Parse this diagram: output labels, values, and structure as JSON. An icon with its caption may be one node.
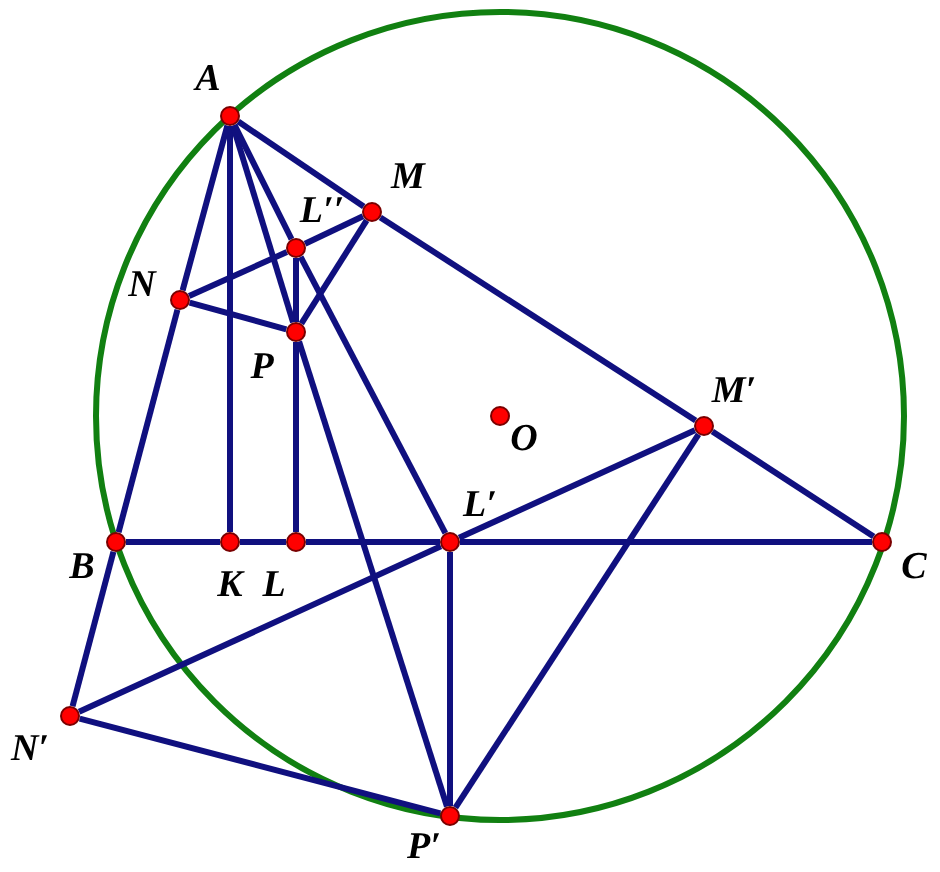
{
  "diagram": {
    "nodes": [
      {
        "text": [
          "A"
        ]
      },
      {
        "text": [
          "M"
        ]
      },
      {
        "text": [
          "L′′"
        ]
      },
      {
        "text": [
          "N"
        ]
      },
      {
        "text": [
          "P"
        ]
      },
      {
        "text": [
          "O"
        ]
      },
      {
        "text": [
          "M′"
        ]
      },
      {
        "text": [
          "B"
        ]
      },
      {
        "text": [
          "K"
        ]
      },
      {
        "text": [
          "L"
        ]
      },
      {
        "text": [
          "L′"
        ]
      },
      {
        "text": [
          "C"
        ]
      },
      {
        "text": [
          "N′"
        ]
      },
      {
        "text": [
          "P′"
        ]
      }
    ],
    "edges": [
      {
        "from": 0,
        "to": 1,
        "arrow": "none"
      },
      {
        "from": 1,
        "to": 6,
        "arrow": "none"
      },
      {
        "from": 6,
        "to": 11,
        "arrow": "none"
      },
      {
        "from": 0,
        "to": 3,
        "arrow": "none"
      },
      {
        "from": 3,
        "to": 7,
        "arrow": "none"
      },
      {
        "from": 7,
        "to": 12,
        "arrow": "none"
      },
      {
        "from": 7,
        "to": 8,
        "arrow": "none"
      },
      {
        "from": 8,
        "to": 9,
        "arrow": "none"
      },
      {
        "from": 9,
        "to": 10,
        "arrow": "none"
      },
      {
        "from": 10,
        "to": 11,
        "arrow": "none"
      },
      {
        "from": 0,
        "to": 8,
        "arrow": "none"
      },
      {
        "from": 2,
        "to": 4,
        "arrow": "none"
      },
      {
        "from": 4,
        "to": 9,
        "arrow": "none"
      },
      {
        "from": 0,
        "to": 4,
        "arrow": "none"
      },
      {
        "from": 4,
        "to": 13,
        "arrow": "none"
      },
      {
        "from": 0,
        "to": 2,
        "arrow": "none"
      },
      {
        "from": 2,
        "to": 10,
        "arrow": "none"
      },
      {
        "from": 3,
        "to": 2,
        "arrow": "none"
      },
      {
        "from": 2,
        "to": 1,
        "arrow": "none"
      },
      {
        "from": 3,
        "to": 4,
        "arrow": "none"
      },
      {
        "from": 4,
        "to": 1,
        "arrow": "none"
      },
      {
        "from": 6,
        "to": 10,
        "arrow": "none"
      },
      {
        "from": 10,
        "to": 12,
        "arrow": "none"
      },
      {
        "from": 6,
        "to": 13,
        "arrow": "none"
      },
      {
        "from": 12,
        "to": 13,
        "arrow": "none"
      },
      {
        "from": 10,
        "to": 13,
        "arrow": "none"
      }
    ]
  }
}
